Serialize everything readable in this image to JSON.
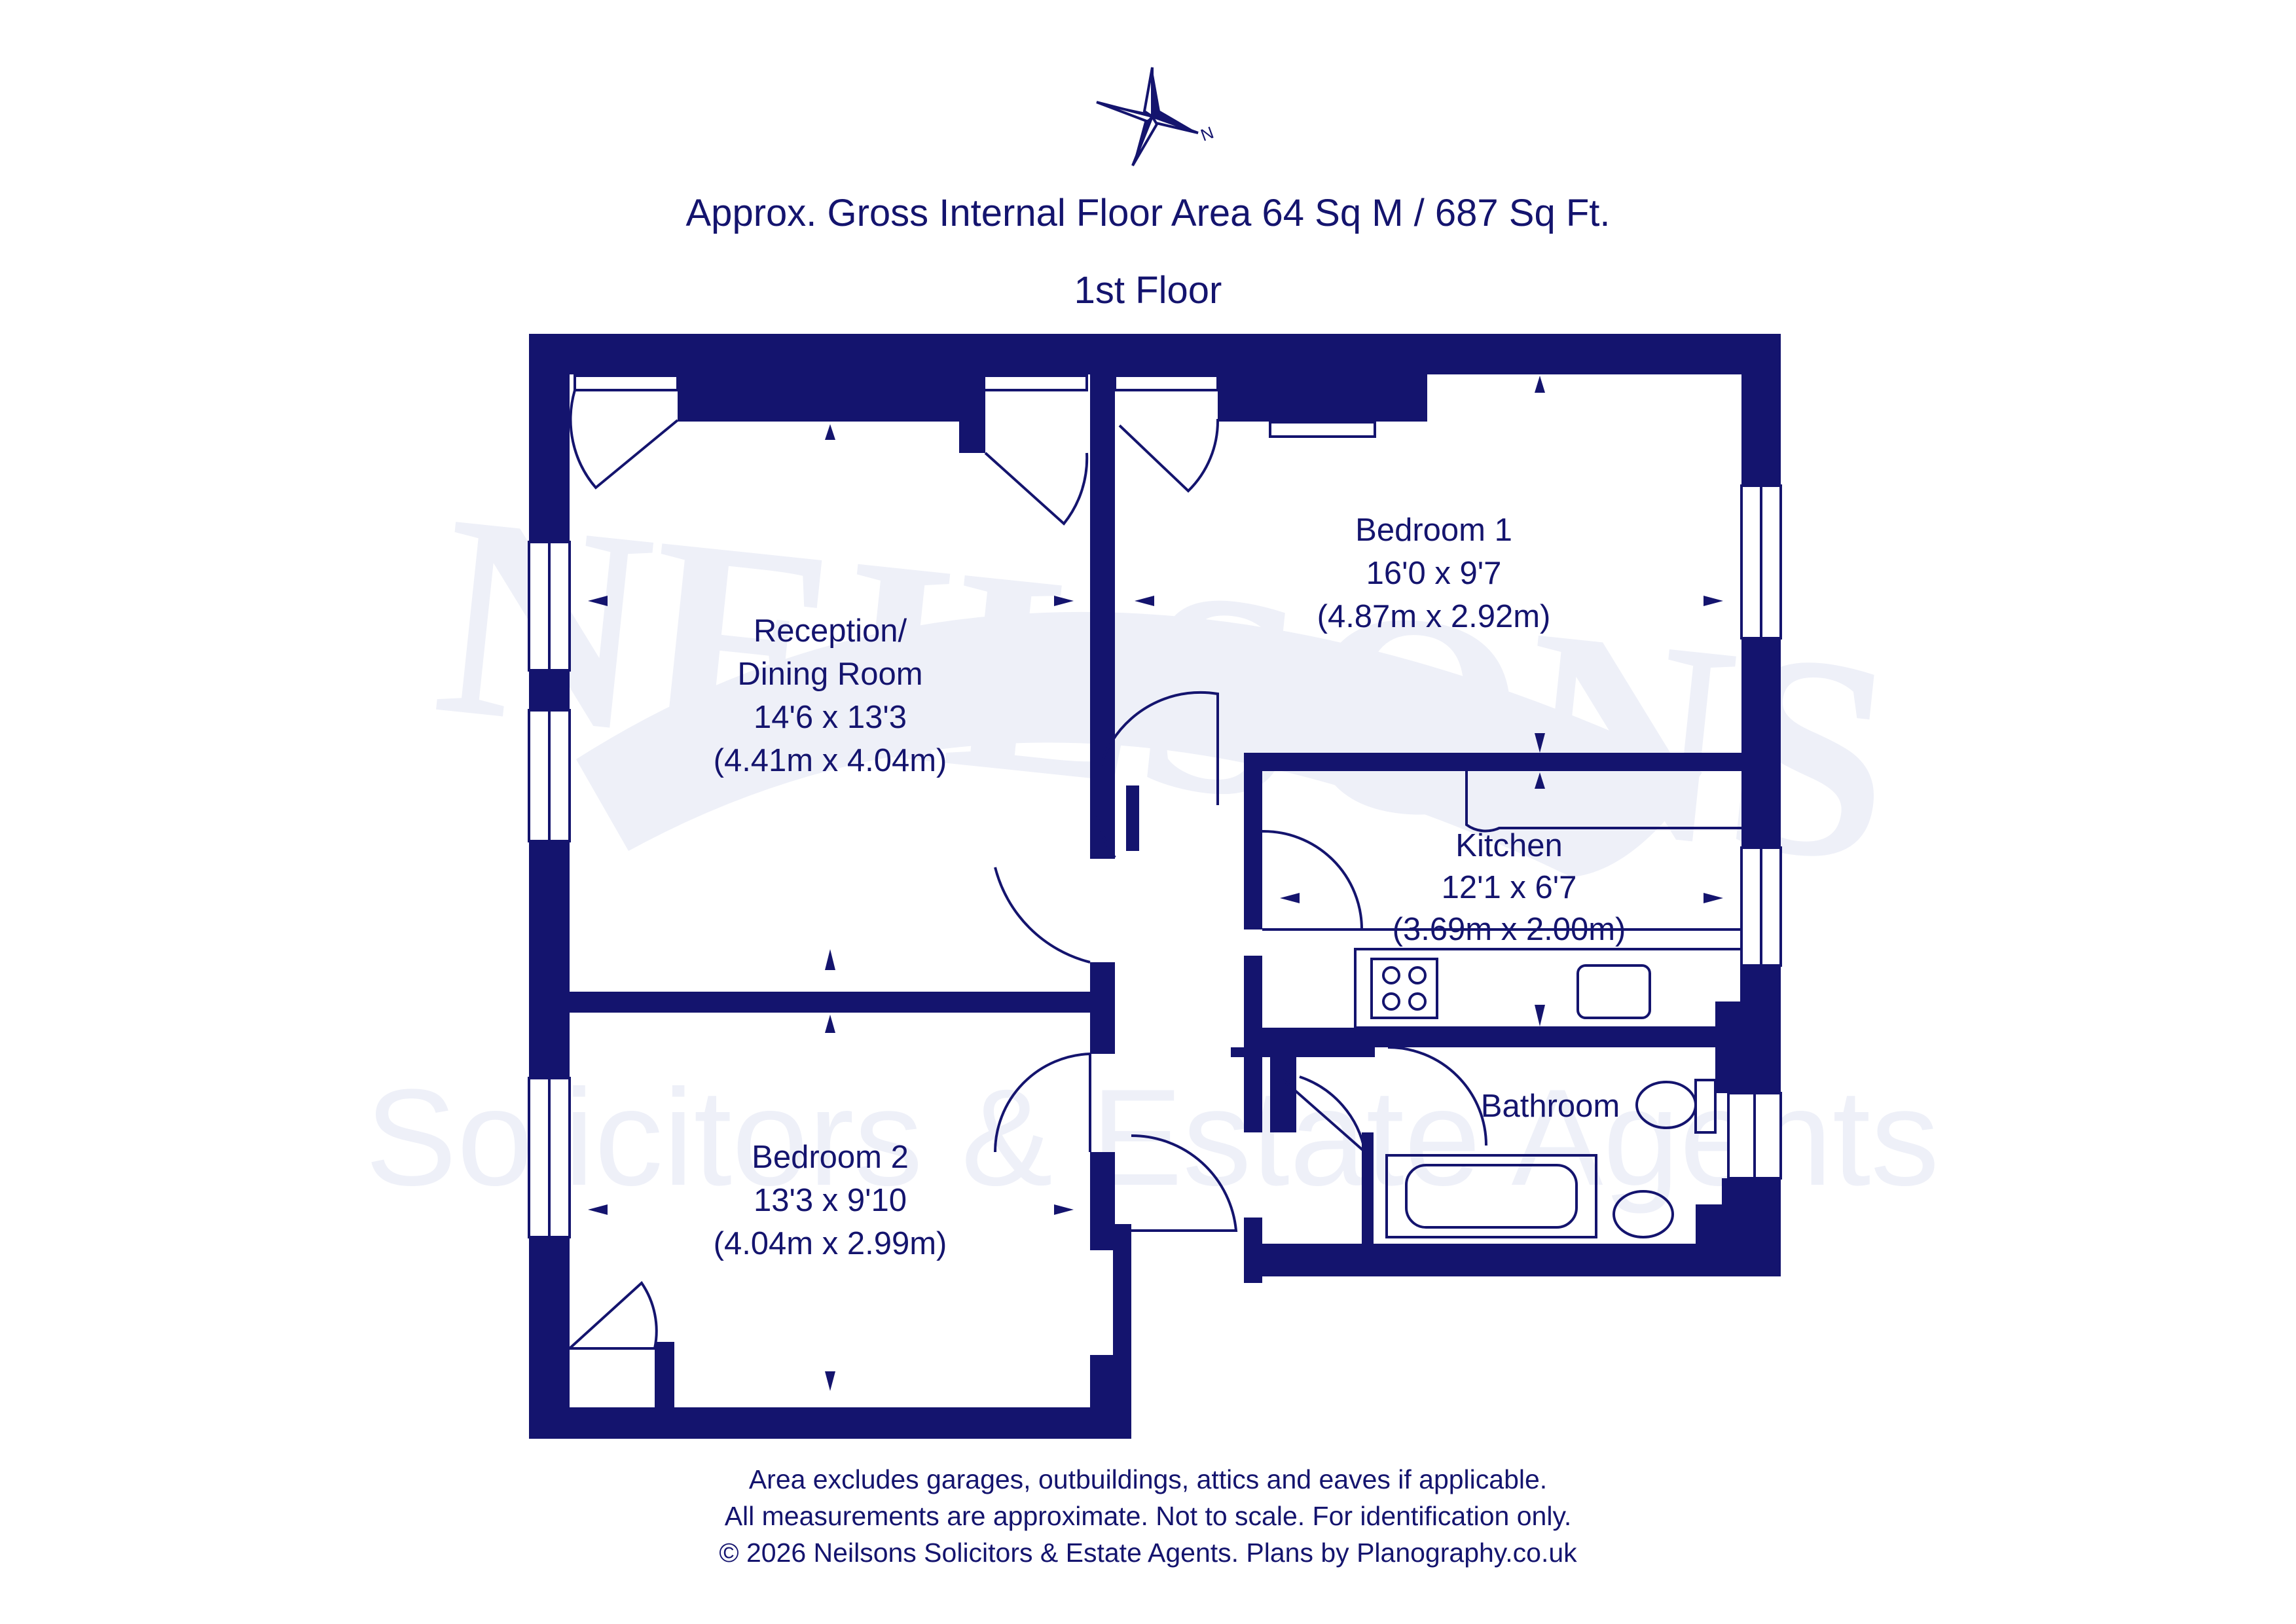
{
  "header": {
    "title": "Approx. Gross Internal Floor Area 64 Sq M / 687 Sq Ft.",
    "floor": "1st Floor"
  },
  "compass": {
    "label": "N",
    "icon": "compass-icon"
  },
  "watermark": {
    "logo_text": "NEILSONS",
    "tagline": "Solicitors & Estate Agents"
  },
  "rooms": {
    "reception": {
      "name_line1": "Reception/",
      "name_line2": "Dining Room",
      "imperial": "14'6 x 13'3",
      "metric": "(4.41m x 4.04m)"
    },
    "bedroom1": {
      "name": "Bedroom 1",
      "imperial": "16'0 x 9'7",
      "metric": "(4.87m x 2.92m)"
    },
    "kitchen": {
      "name": "Kitchen",
      "imperial": "12'1 x 6'7",
      "metric": "(3.69m x 2.00m)"
    },
    "bathroom": {
      "name": "Bathroom"
    },
    "bedroom2": {
      "name": "Bedroom 2",
      "imperial": "13'3 x 9'10",
      "metric": "(4.04m x 2.99m)"
    }
  },
  "footer": {
    "line1": "Area excludes garages, outbuildings, attics and eaves if applicable.",
    "line2": "All measurements are approximate. Not to scale. For identification only.",
    "line3": "© 2026 Neilsons Solicitors & Estate Agents. Plans by Planography.co.uk"
  },
  "colors": {
    "wall": "#14146e",
    "watermark": "#eef0f8",
    "background": "#ffffff"
  }
}
